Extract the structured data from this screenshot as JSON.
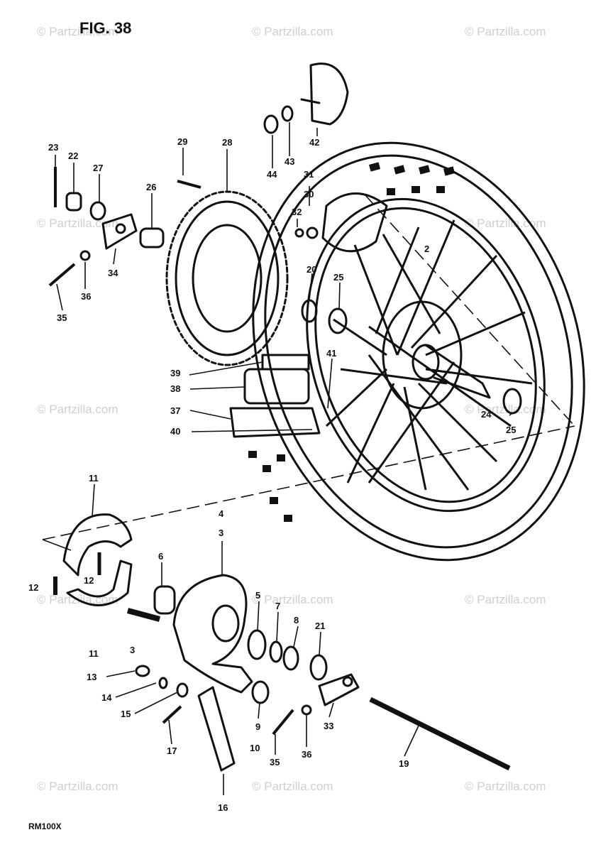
{
  "figure": {
    "title": "FIG. 38",
    "model_code": "RM100X",
    "watermark": "© Partzilla.com"
  },
  "callouts": [
    {
      "id": "c23",
      "label": "23"
    },
    {
      "id": "c22",
      "label": "22"
    },
    {
      "id": "c27",
      "label": "27"
    },
    {
      "id": "c26",
      "label": "26"
    },
    {
      "id": "c29",
      "label": "29"
    },
    {
      "id": "c28",
      "label": "28"
    },
    {
      "id": "c44",
      "label": "44"
    },
    {
      "id": "c43",
      "label": "43"
    },
    {
      "id": "c42",
      "label": "42"
    },
    {
      "id": "c31",
      "label": "31"
    },
    {
      "id": "c30",
      "label": "30"
    },
    {
      "id": "c32",
      "label": "32"
    },
    {
      "id": "c2",
      "label": "2"
    },
    {
      "id": "c34",
      "label": "34"
    },
    {
      "id": "c36a",
      "label": "36"
    },
    {
      "id": "c35a",
      "label": "35"
    },
    {
      "id": "c20",
      "label": "20"
    },
    {
      "id": "c25a",
      "label": "25"
    },
    {
      "id": "c41",
      "label": "41"
    },
    {
      "id": "c39",
      "label": "39"
    },
    {
      "id": "c38",
      "label": "38"
    },
    {
      "id": "c37",
      "label": "37"
    },
    {
      "id": "c40",
      "label": "40"
    },
    {
      "id": "c24",
      "label": "24"
    },
    {
      "id": "c25b",
      "label": "25"
    },
    {
      "id": "c11a",
      "label": "11"
    },
    {
      "id": "c4",
      "label": "4"
    },
    {
      "id": "c3a",
      "label": "3"
    },
    {
      "id": "c6",
      "label": "6"
    },
    {
      "id": "c12a",
      "label": "12"
    },
    {
      "id": "c12b",
      "label": "12"
    },
    {
      "id": "c5",
      "label": "5"
    },
    {
      "id": "c7",
      "label": "7"
    },
    {
      "id": "c8",
      "label": "8"
    },
    {
      "id": "c21",
      "label": "21"
    },
    {
      "id": "c11b",
      "label": "11"
    },
    {
      "id": "c3b",
      "label": "3"
    },
    {
      "id": "c13",
      "label": "13"
    },
    {
      "id": "c14",
      "label": "14"
    },
    {
      "id": "c15",
      "label": "15"
    },
    {
      "id": "c17",
      "label": "17"
    },
    {
      "id": "c9",
      "label": "9"
    },
    {
      "id": "c10",
      "label": "10"
    },
    {
      "id": "c35b",
      "label": "35"
    },
    {
      "id": "c36b",
      "label": "36"
    },
    {
      "id": "c33",
      "label": "33"
    },
    {
      "id": "c19",
      "label": "19"
    },
    {
      "id": "c16",
      "label": "16"
    }
  ]
}
